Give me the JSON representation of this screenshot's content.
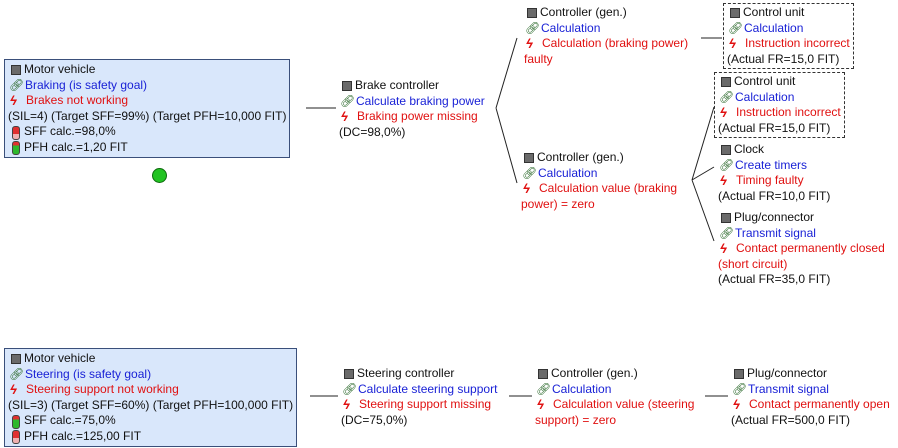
{
  "tree1": {
    "root": {
      "component": "Motor vehicle",
      "function": "Braking (is safety goal)",
      "failure": "Brakes not working",
      "targets": "(SIL=4) (Target SFF=99%) (Target PFH=10,000 FIT)",
      "sff": "SFF calc.=98,0%",
      "pfh": "PFH calc.=1,20 FIT"
    },
    "brake": {
      "component": "Brake controller",
      "function": "Calculate braking power",
      "failure": "Braking power missing",
      "dc": "(DC=98,0%)"
    },
    "ctrl_a": {
      "component": "Controller (gen.)",
      "function": "Calculation",
      "failure": "Calculation (braking power)",
      "failure_cont": "faulty"
    },
    "cu_a": {
      "component": "Control unit",
      "function": "Calculation",
      "failure": "Instruction incorrect",
      "fr": "(Actual FR=15,0 FIT)"
    },
    "cu_b": {
      "component": "Control unit",
      "function": "Calculation",
      "failure": "Instruction incorrect",
      "fr": "(Actual FR=15,0 FIT)"
    },
    "ctrl_b": {
      "component": "Controller (gen.)",
      "function": "Calculation",
      "failure": "Calculation value (braking",
      "failure_cont": "power) = zero"
    },
    "clock": {
      "component": "Clock",
      "function": "Create timers",
      "failure": "Timing faulty",
      "fr": "(Actual FR=10,0 FIT)"
    },
    "plug": {
      "component": "Plug/connector",
      "function": "Transmit signal",
      "failure": "Contact permanently closed",
      "failure_cont": "(short circuit)",
      "fr": "(Actual FR=35,0 FIT)"
    }
  },
  "tree2": {
    "root": {
      "component": "Motor vehicle",
      "function": "Steering (is safety goal)",
      "failure": "Steering support not working",
      "targets": "(SIL=3) (Target SFF=60%) (Target PFH=100,000 FIT)",
      "sff": "SFF calc.=75,0%",
      "pfh": "PFH calc.=125,00 FIT"
    },
    "steer": {
      "component": "Steering controller",
      "function": "Calculate steering support",
      "failure": "Steering support missing",
      "dc": "(DC=75,0%)"
    },
    "ctrl": {
      "component": "Controller (gen.)",
      "function": "Calculation",
      "failure": "Calculation value (steering",
      "failure_cont": "support) = zero"
    },
    "plug": {
      "component": "Plug/connector",
      "function": "Transmit signal",
      "failure": "Contact permanently open",
      "fr": "(Actual FR=500,0 FIT)"
    }
  },
  "icons": {
    "component": "component-square-icon",
    "function": "function-link-icon",
    "failure": "failure-lightning-icon",
    "battery": "battery-indicator-icon",
    "status": "status-dot-icon"
  },
  "colors": {
    "function_text": "#1a22d6",
    "failure_text": "#e01010",
    "root_fill": "#d9e7fb",
    "status_dot": "#22c322"
  }
}
